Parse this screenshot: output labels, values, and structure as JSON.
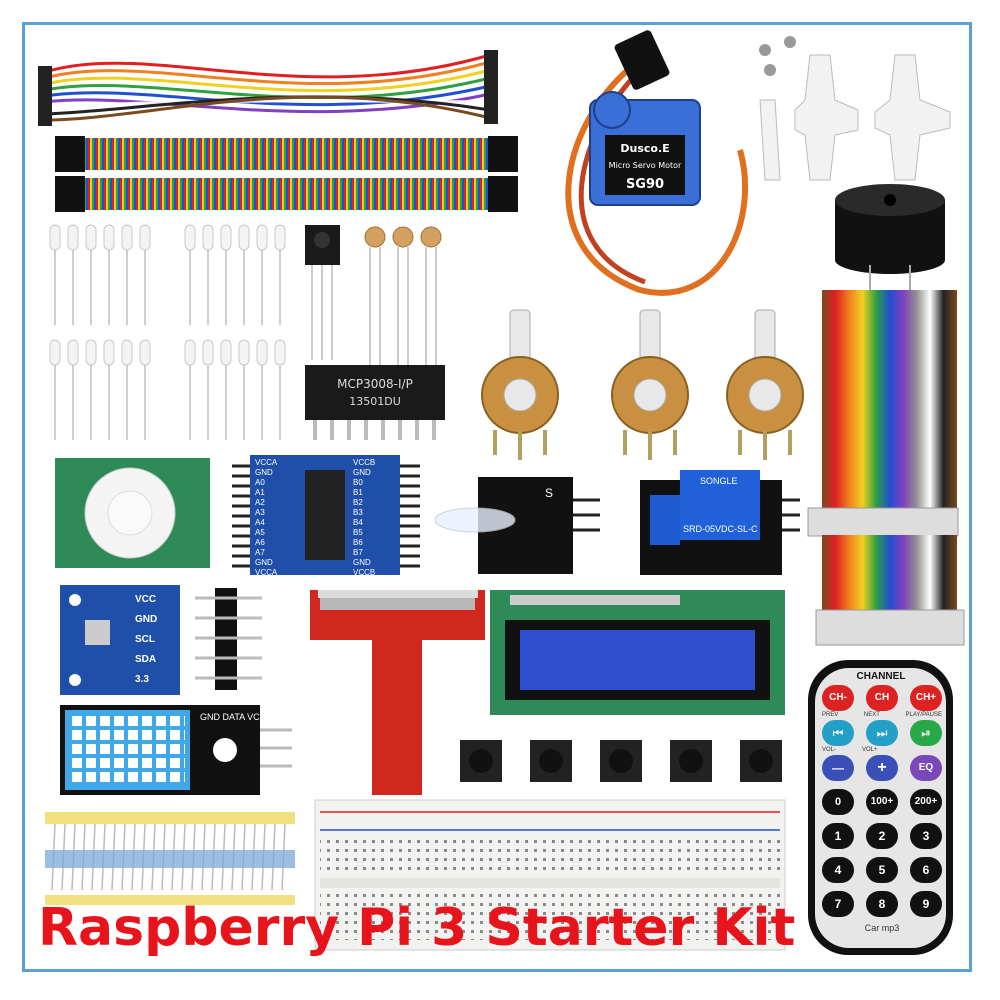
{
  "title": "Raspberry Pi 3 Starter Kit",
  "servo": {
    "brand": "Dusco.E",
    "line": "Micro Servo Motor",
    "model": "SG90"
  },
  "adc_chip": {
    "part": "MCP3008-I/P",
    "code": "13501DU"
  },
  "level_shifter": {
    "left": [
      "VCCA",
      "GND",
      "A0",
      "A1",
      "A2",
      "A3",
      "A4",
      "A5",
      "A6",
      "A7",
      "GND",
      "VCCA"
    ],
    "right": [
      "VCCB",
      "GND",
      "B0",
      "B1",
      "B2",
      "B3",
      "B4",
      "B5",
      "B6",
      "B7",
      "GND",
      "VCCB"
    ]
  },
  "relay": {
    "model": "SRD-05VDC-SL-C",
    "brand": "SONGLE"
  },
  "ir_receiver_module": {
    "pin_label": "S"
  },
  "pressure_sensor": {
    "pins": [
      "VCC",
      "GND",
      "SCL",
      "SDA",
      "3.3"
    ]
  },
  "dht_sensor": {
    "pins_label": "GND DATA VCC"
  },
  "remote": {
    "header": "CHANNEL",
    "rows": [
      [
        "CH-",
        "CH",
        "CH+"
      ],
      [
        "⏮",
        "⏭",
        "⏯"
      ],
      [
        "—",
        "+",
        "EQ"
      ],
      [
        "0",
        "100+",
        "200+"
      ],
      [
        "1",
        "2",
        "3"
      ],
      [
        "4",
        "5",
        "6"
      ],
      [
        "7",
        "8",
        "9"
      ]
    ],
    "sublabels": [
      "PREV",
      "NEXT",
      "PLAY/PAUSE",
      "VOL-",
      "VOL+"
    ],
    "brand": "Car mp3"
  },
  "colors": {
    "title": "#e8141c",
    "border": "#5aa0d8",
    "pcb_green": "#2e8b57",
    "pcb_blue": "#1f4fa8",
    "pcb_red": "#d0281e"
  }
}
